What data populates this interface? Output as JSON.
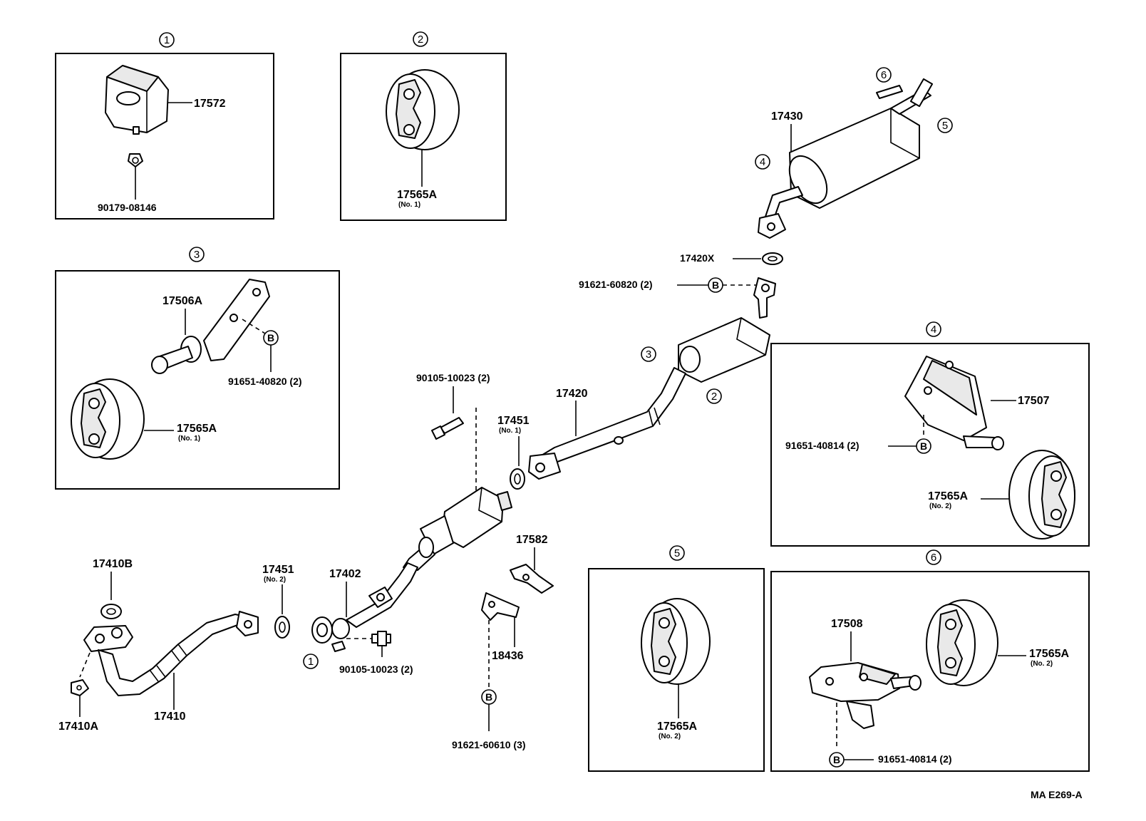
{
  "diagram": {
    "doc_code": "MA E269-A",
    "section_circles": [
      "1",
      "2",
      "3",
      "4",
      "5",
      "6"
    ],
    "badge_letter": "B",
    "parts": {
      "p17572": "17572",
      "p90179": "90179-08146",
      "p17565A": "17565A",
      "no1": "(No. 1)",
      "no2": "(No. 2)",
      "p17506A": "17506A",
      "p91651_40820": "91651-40820 (2)",
      "p17430": "17430",
      "p17420X": "17420X",
      "p91621_60820": "91621-60820 (2)",
      "p17420": "17420",
      "p90105": "90105-10023 (2)",
      "p17451": "17451",
      "p17507": "17507",
      "p91651_40814": "91651-40814 (2)",
      "p17582": "17582",
      "p18436": "18436",
      "p91621_60610": "91621-60610 (3)",
      "p17410B": "17410B",
      "p17410": "17410",
      "p17410A": "17410A",
      "p17402": "17402",
      "p17508": "17508"
    }
  }
}
